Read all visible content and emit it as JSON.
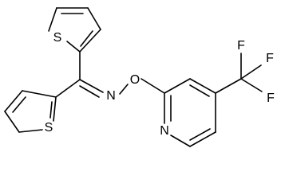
{
  "diagram": {
    "atom_labels": {
      "s_upper": "S",
      "s_lower": "S",
      "n_imine": "N",
      "o_oxime": "O",
      "n_pyridine": "N",
      "f_top": "F",
      "f_right_upper": "F",
      "f_right_lower": "F"
    }
  }
}
